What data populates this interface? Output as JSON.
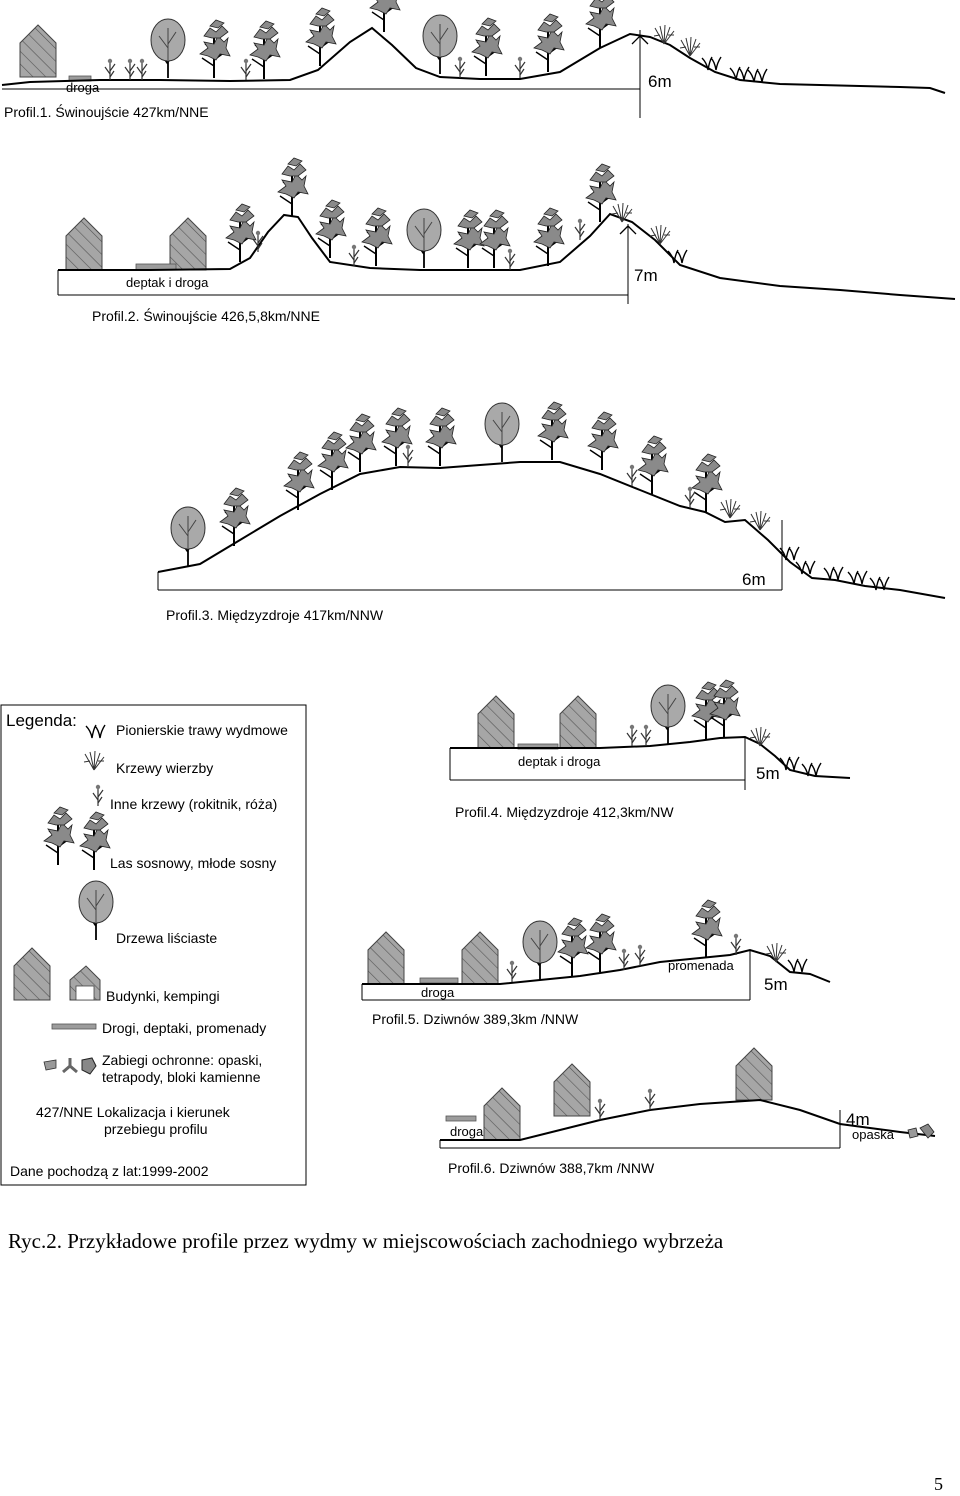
{
  "profiles": [
    {
      "id": "p1",
      "title": "Profil.1. Świnoujście 427km/NNE",
      "road_label": "droga",
      "height": "6m"
    },
    {
      "id": "p2",
      "title": "Profil.2. Świnoujście 426,5,8km/NNE",
      "road_label": "deptak i droga",
      "height": "7m"
    },
    {
      "id": "p3",
      "title": "Profil.3. Międzyzdroje 417km/NNW",
      "height": "6m"
    },
    {
      "id": "p4",
      "title": "Profil.4. Międzyzdroje 412,3km/NW",
      "road_label": "deptak i droga",
      "height": "5m"
    },
    {
      "id": "p5",
      "title": "Profil.5. Dziwnów 389,3km /NNW",
      "road_label": "droga",
      "promenade_label": "promenada",
      "height": "5m"
    },
    {
      "id": "p6",
      "title": "Profil.6. Dziwnów 388,7km /NNW",
      "road_label": "droga",
      "height": "4m",
      "revetment_label": "opaska"
    }
  ],
  "legend": {
    "title": "Legenda:",
    "items": {
      "grass": "Pionierskie trawy wydmowe",
      "willow": "Krzewy wierzby",
      "shrubs": "Inne krzewy (rokitnik, róża)",
      "pine": "Las sosnowy, młode sosny",
      "deciduous": "Drzewa liściaste",
      "buildings": "Budynki, kempingi",
      "roads": "Drogi, deptaki, promenady",
      "protection_1": "Zabiegi ochronne: opaski,",
      "protection_2": "tetrapody, bloki kamienne",
      "location_1": "427/NNE Lokalizacja i kierunek",
      "location_2": "przebiegu profilu",
      "data_source": "Dane pochodzą z lat:1999-2002"
    }
  },
  "caption": "Ryc.2. Przykładowe profile przez wydmy w miejscowościach zachodniego wybrzeża",
  "page_number": "5",
  "colors": {
    "building": "#a6a6a6",
    "road": "#9c9c9c",
    "tree": "#8c8c8c",
    "line": "#000000"
  }
}
